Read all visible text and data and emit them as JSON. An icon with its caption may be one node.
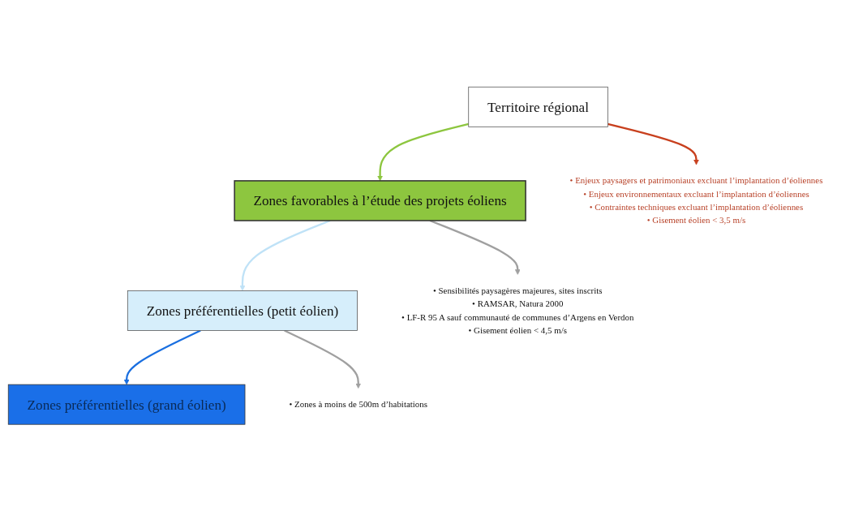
{
  "diagram": {
    "nodes": [
      {
        "text": [
          "Territoire régional"
        ]
      },
      {
        "text": [
          "Zones favorables à l’étude des projets éoliens"
        ]
      },
      {
        "text": [
          "• Enjeux paysagers et patrimoniaux excluant l’implantation d’éoliennes",
          "• Enjeux environnementaux excluant l’implantation d’éoliennes",
          "• Contraintes techniques excluant l’implantation d’éoliennes",
          "• Gisement éolien < 3,5 m/s"
        ]
      },
      {
        "text": [
          "Zones préférentielles (petit éolien)"
        ]
      },
      {
        "text": [
          "• Sensibilités paysagères majeures, sites inscrits",
          "• RAMSAR, Natura 2000",
          "• LF-R 95 A sauf communauté de communes d’Argens en Verdon",
          "• Gisement éolien < 4,5 m/s"
        ]
      },
      {
        "text": [
          "Zones préférentielles (grand éolien)"
        ]
      },
      {
        "text": [
          "• Zones à moins de 500m d’habitations"
        ]
      }
    ],
    "edges": [
      {
        "from": 0,
        "to": 1,
        "arrow": "to",
        "color": "#8dc63f"
      },
      {
        "from": 0,
        "to": 2,
        "arrow": "to",
        "color": "#c8401e"
      },
      {
        "from": 1,
        "to": 3,
        "arrow": "to",
        "color": "#bfe2f7"
      },
      {
        "from": 1,
        "to": 4,
        "arrow": "to",
        "color": "#a0a0a0"
      },
      {
        "from": 3,
        "to": 5,
        "arrow": "to",
        "color": "#1a6fe0"
      },
      {
        "from": 3,
        "to": 6,
        "arrow": "to",
        "color": "#a0a0a0"
      }
    ]
  }
}
